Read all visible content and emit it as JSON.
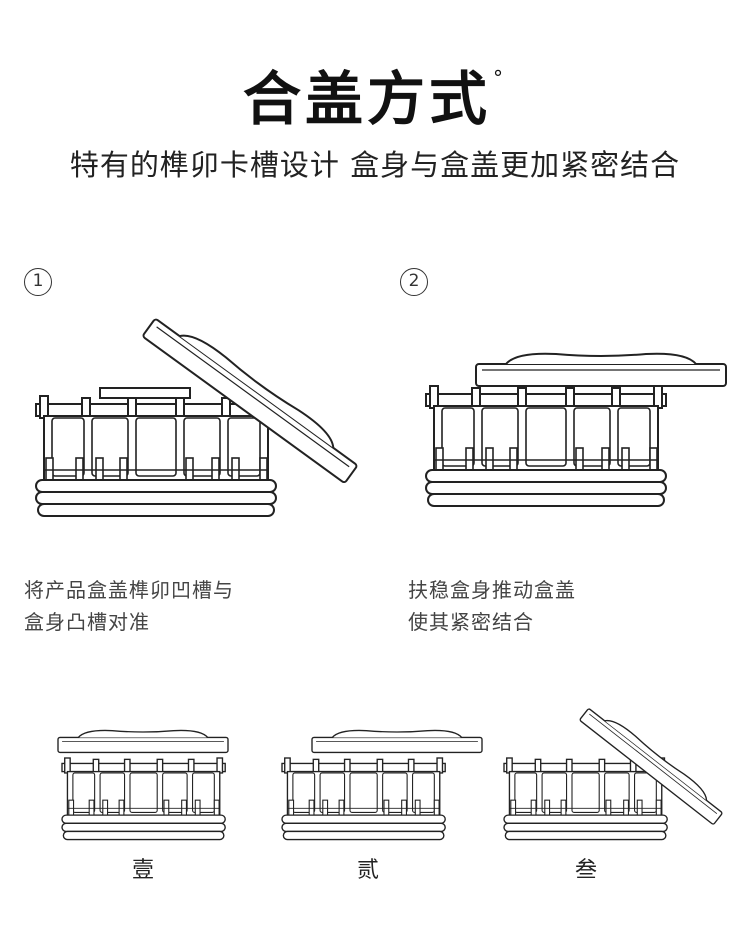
{
  "heading": {
    "title": "合盖方式",
    "title_mark": "°"
  },
  "subheading": "特有的榫卯卡槽设计 盒身与盒盖更加紧密结合",
  "steps": [
    {
      "number": "1",
      "caption_line1": "将产品盒盖榫卯凹槽与",
      "caption_line2": "盒身凸槽对准"
    },
    {
      "number": "2",
      "caption_line1": "扶稳盒身推动盒盖",
      "caption_line2": "使其紧密结合"
    }
  ],
  "stages": [
    {
      "label": "壹"
    },
    {
      "label": "贰"
    },
    {
      "label": "叁"
    }
  ],
  "colors": {
    "line": "#222222",
    "background": "#ffffff"
  }
}
